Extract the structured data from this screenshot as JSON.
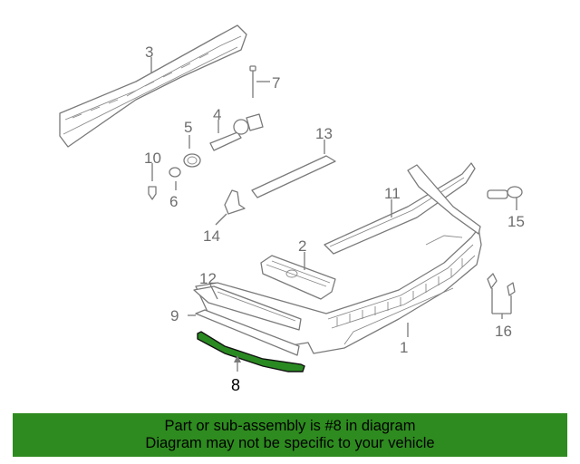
{
  "diagram": {
    "callouts": [
      "1",
      "2",
      "3",
      "4",
      "5",
      "6",
      "7",
      "8",
      "9",
      "10",
      "11",
      "12",
      "13",
      "14",
      "15",
      "16"
    ],
    "highlighted_callout": "8",
    "highlight_color": "#2e8b1f"
  },
  "banner": {
    "line1": "Part or sub-assembly is #8 in diagram",
    "line2": "Diagram may not be specific to your vehicle",
    "background": "#2e8b1f"
  }
}
